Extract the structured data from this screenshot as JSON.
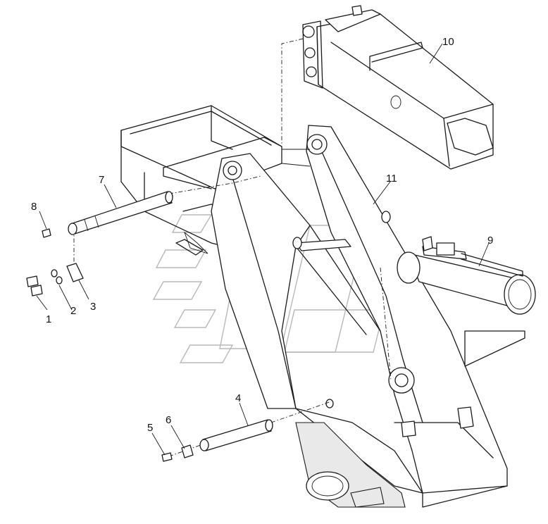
{
  "callouts": [
    {
      "id": "1",
      "text": "1"
    },
    {
      "id": "2",
      "text": "2"
    },
    {
      "id": "3",
      "text": "3"
    },
    {
      "id": "4",
      "text": "4"
    },
    {
      "id": "5",
      "text": "5"
    },
    {
      "id": "6",
      "text": "6"
    },
    {
      "id": "7",
      "text": "7"
    },
    {
      "id": "8",
      "text": "8"
    },
    {
      "id": "9",
      "text": "9"
    },
    {
      "id": "10",
      "text": "10"
    },
    {
      "id": "11",
      "text": "11"
    }
  ],
  "colors": {
    "line": "#1a1a1a",
    "watermark": "#b8b8b8",
    "background": "#ffffff"
  }
}
